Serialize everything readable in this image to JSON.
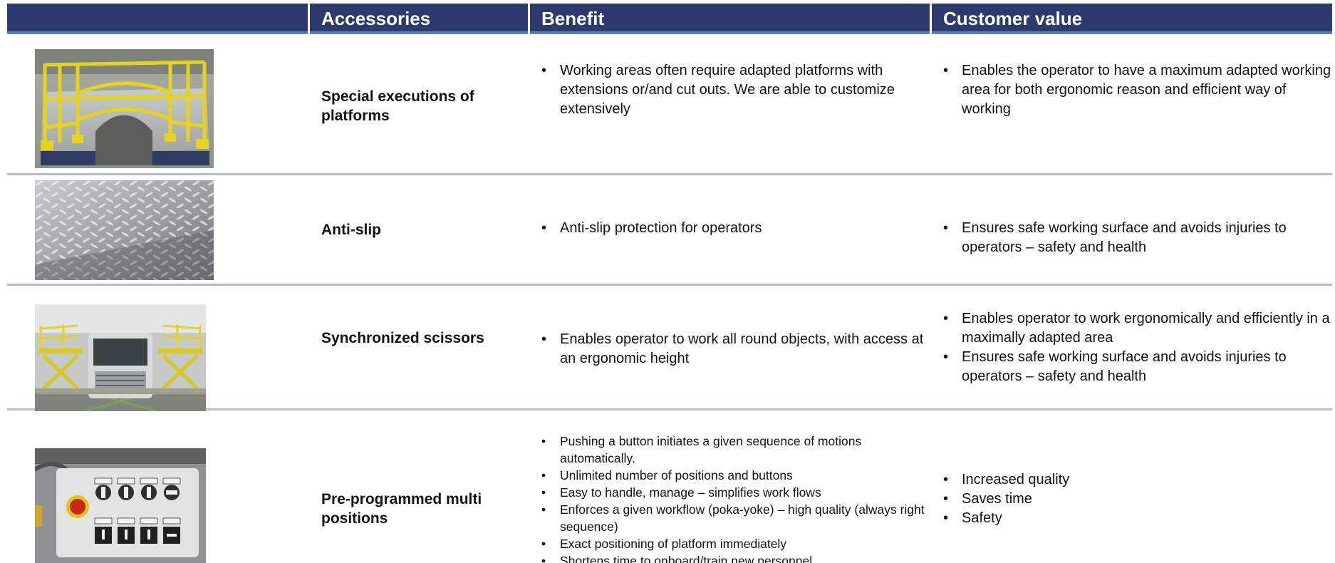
{
  "header": {
    "accessories": "Accessories",
    "benefit": "Benefit",
    "customer_value": "Customer value"
  },
  "rows": [
    {
      "image": "yellow-railed-platform-photo",
      "accessory": "Special executions of platforms",
      "benefits": [
        "Working areas often require adapted platforms with extensions or/and cut outs. We are able to customize extensively"
      ],
      "customer_value": [
        "Enables the operator to have a maximum adapted working area for both ergonomic reason and efficient way of working"
      ]
    },
    {
      "image": "checker-plate-photo",
      "accessory": "Anti-slip",
      "benefits": [
        "Anti-slip protection for operators"
      ],
      "customer_value": [
        "Ensures safe working surface and avoids injuries to operators – safety and health"
      ]
    },
    {
      "image": "truck-cab-scissor-lifts-photo",
      "accessory": "Synchronized scissors",
      "benefits": [
        "Enables operator to work all round objects, with access at an ergonomic height"
      ],
      "customer_value": [
        "Enables operator to work ergonomically and efficiently in a maximally adapted area",
        "Ensures safe working surface and avoids injuries to operators – safety and health"
      ]
    },
    {
      "image": "control-panel-photo",
      "accessory": "Pre-programmed multi positions",
      "benefits": [
        "Pushing a button initiates a given sequence of motions automatically.",
        "Unlimited number of positions and buttons",
        "Easy to handle, manage – simplifies work flows",
        "Enforces a given workflow (poka-yoke) – high quality (always right sequence)",
        "Exact positioning of platform immediately",
        "Shortens time to onboard/train new personnel"
      ],
      "customer_value": [
        "Increased quality",
        "Saves time",
        "Safety"
      ]
    }
  ],
  "colors": {
    "header_bg": "#2d3a6e",
    "header_accent": "#4e85c5",
    "row_divider": "#b3bfc4"
  }
}
